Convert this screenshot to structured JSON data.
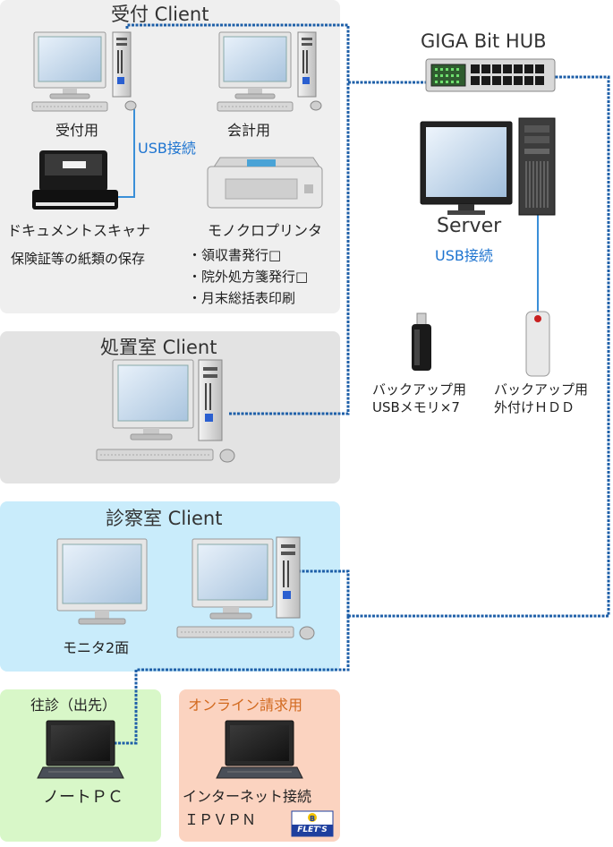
{
  "panels": {
    "reception": {
      "title": "受付 Client",
      "reception_pc": "受付用",
      "accounting_pc": "会計用",
      "usb_label": "USB接続",
      "scanner": "ドキュメントスキャナ",
      "scanner_note": "保険証等の紙類の保存",
      "printer": "モノクロプリンタ",
      "printer_tasks": [
        "・領収書発行□",
        "・院外処方箋発行□",
        "・月末総括表印刷"
      ]
    },
    "treatment": {
      "title": "処置室 Client"
    },
    "exam": {
      "title": "診察室 Client",
      "monitor": "モニタ2面"
    },
    "home_visit": {
      "title": "往診（出先）",
      "device": "ノートＰＣ"
    },
    "online": {
      "title": "オンライン請求用",
      "line1": "インターネット接続",
      "line2": "ＩＰＶＰＮ",
      "logo_text": "FLET'S"
    }
  },
  "server": {
    "hub_label": "GIGA Bit HUB",
    "server_label": "Server",
    "usb_label": "USB接続",
    "backup_memory": [
      "バックアップ用",
      "USBメモリ×7"
    ],
    "backup_hdd": [
      "バックアップ用",
      "外付けＨＤＤ"
    ]
  },
  "colors": {
    "cable": "#1e5fa8",
    "usb_line": "#3a8fd8",
    "panel_gray": "#efefef",
    "panel_gray2": "#e3e3e3",
    "panel_blue": "#c9ecfb",
    "panel_green": "#d8f7c8",
    "panel_peach": "#fbd3c0"
  }
}
